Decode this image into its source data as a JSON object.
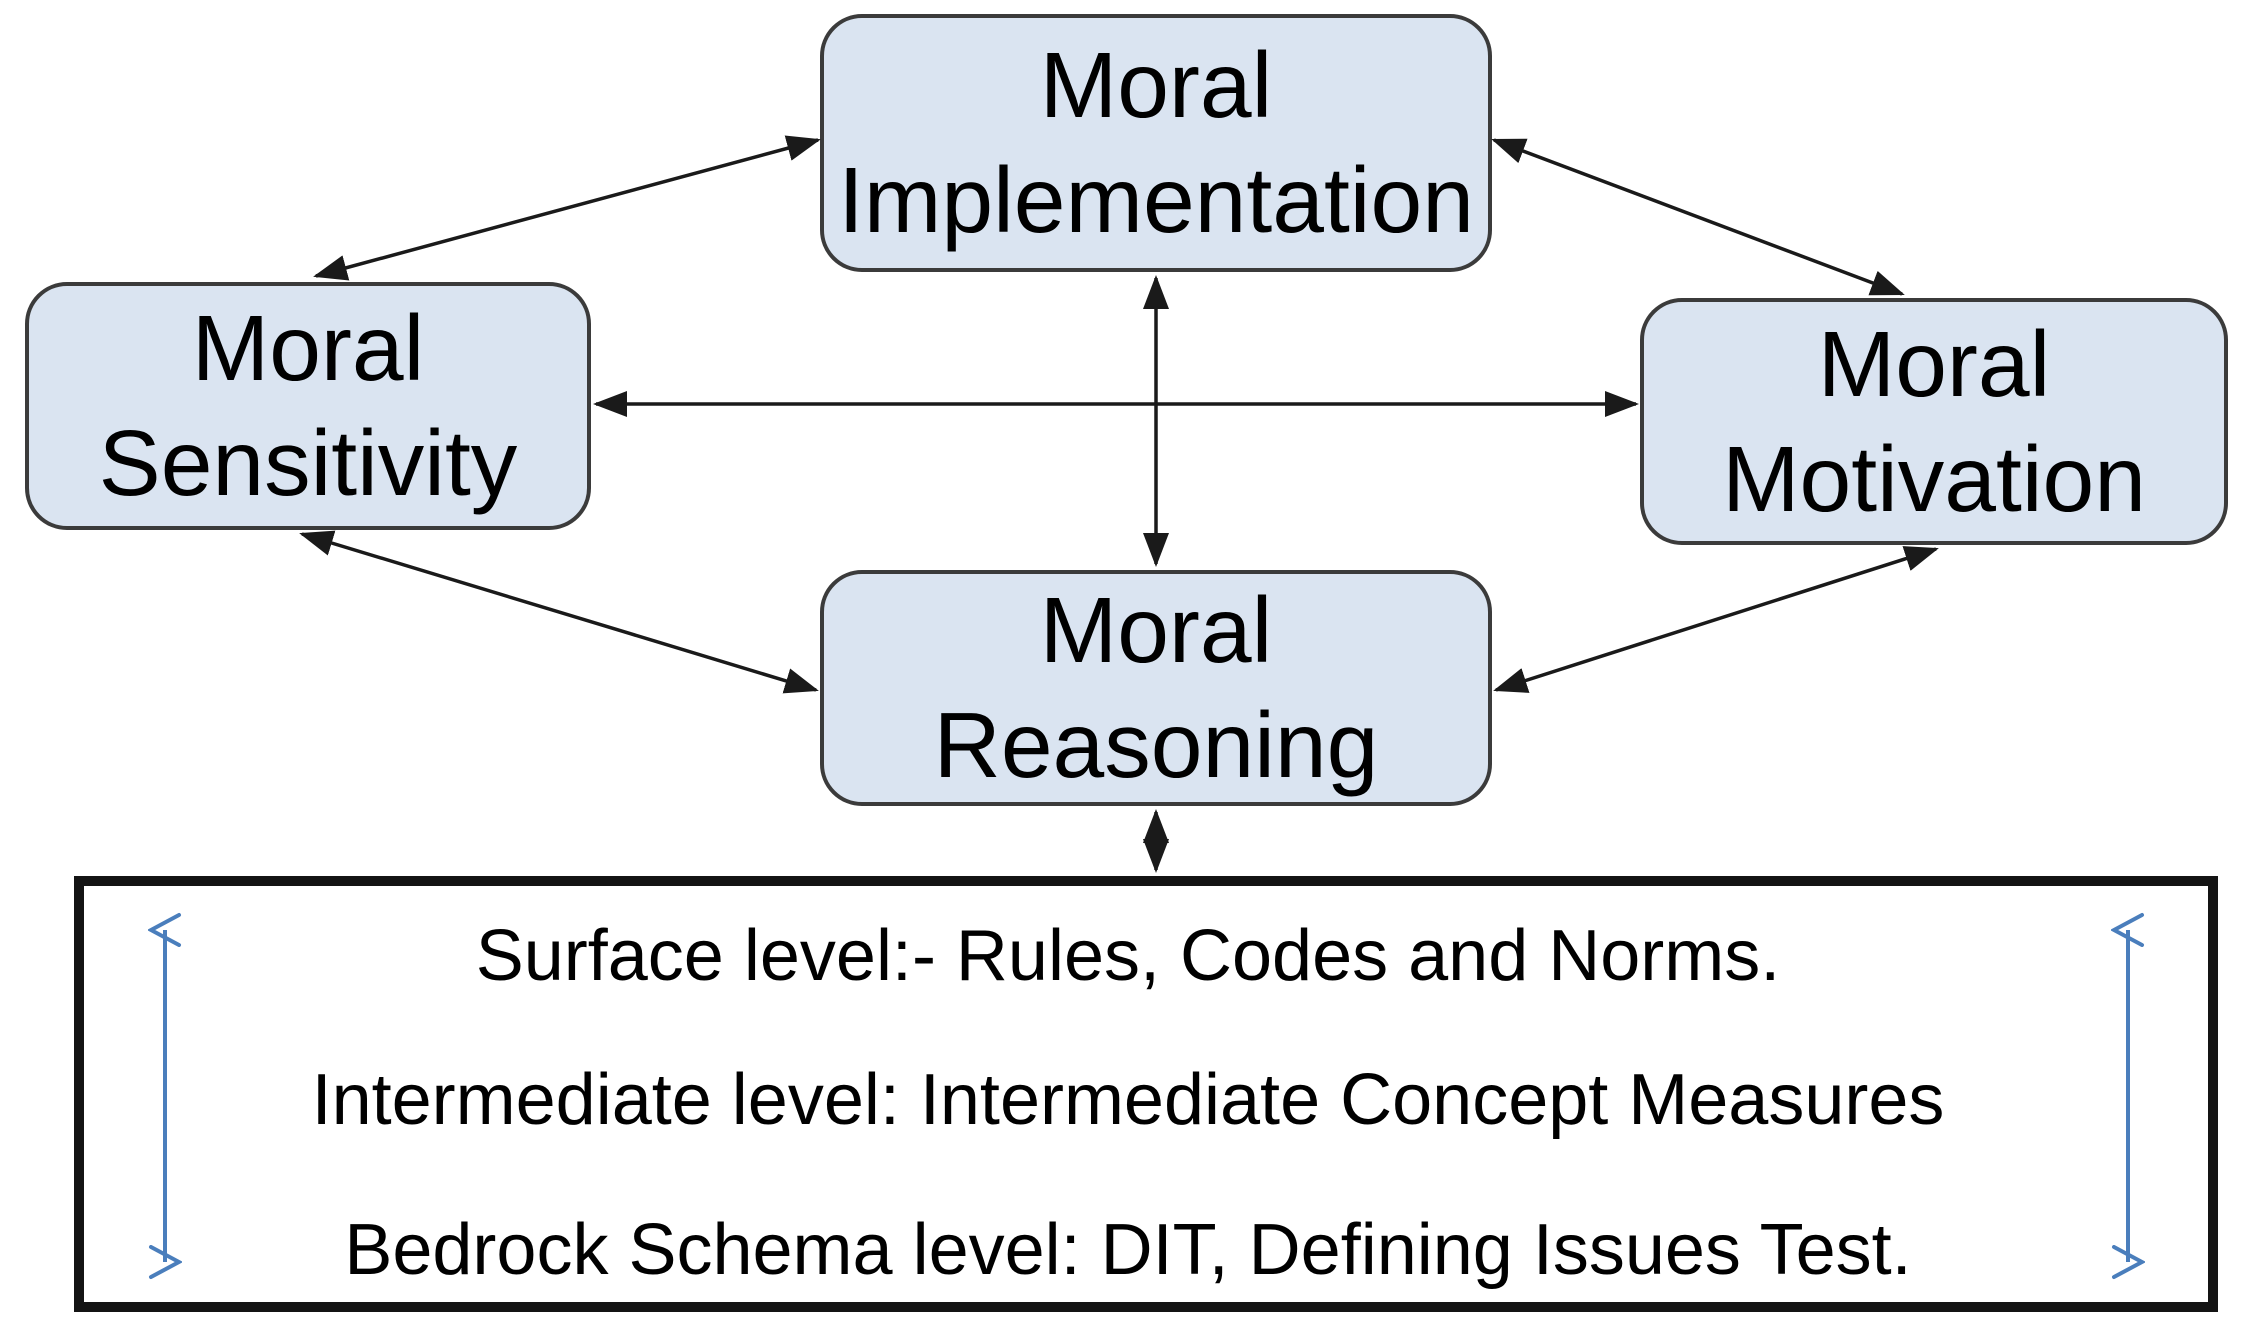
{
  "nodes": {
    "implementation": {
      "line1": "Moral",
      "line2": "Implementation"
    },
    "sensitivity": {
      "line1": "Moral",
      "line2": "Sensitivity"
    },
    "motivation": {
      "line1": "Moral",
      "line2": "Motivation"
    },
    "reasoning": {
      "line1": "Moral",
      "line2": "Reasoning"
    }
  },
  "levels": {
    "line1": "Surface level:- Rules, Codes and Norms.",
    "line2": "Intermediate level: Intermediate Concept Measures",
    "line3": "Bedrock Schema level: DIT, Defining Issues Test."
  },
  "colors": {
    "background": "#ffffff",
    "node_fill": "#dae4f1",
    "node_border": "#3b3b3b",
    "arrow": "#1a1a1a",
    "blue_arrow": "#4a7ebc",
    "frame_border": "#141414",
    "text": "#000000"
  }
}
